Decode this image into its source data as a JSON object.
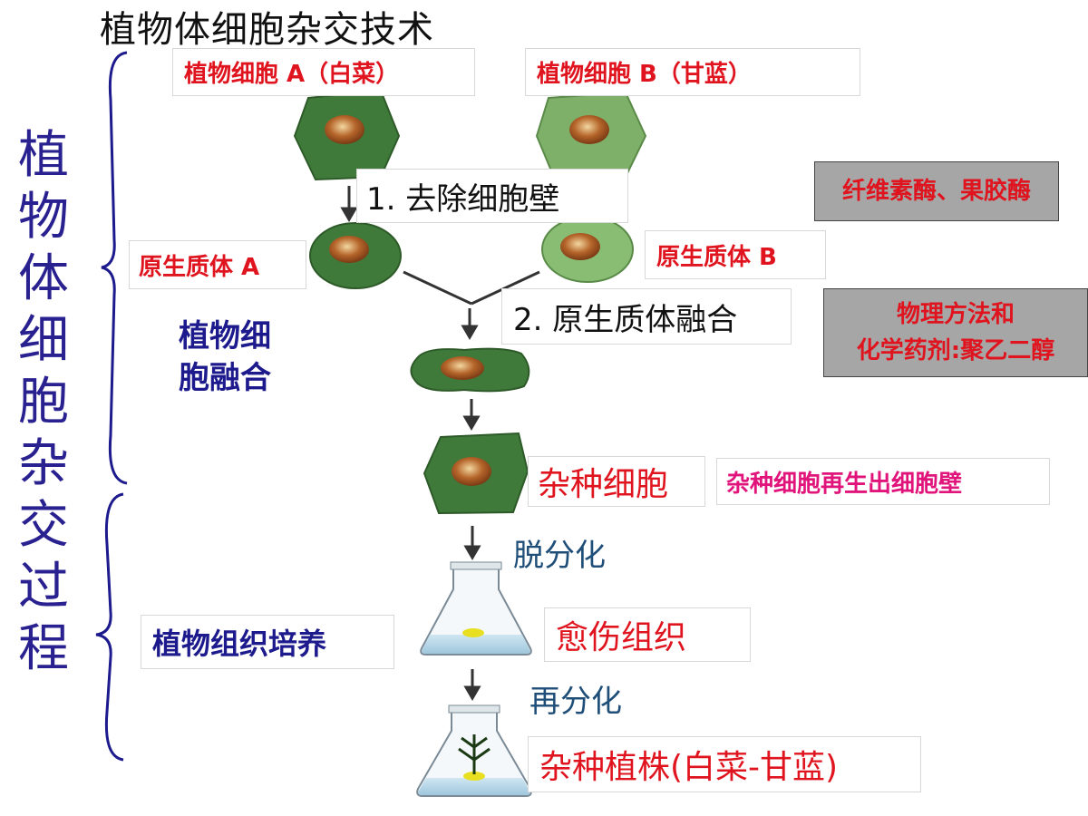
{
  "title": "植物体细胞杂交技术",
  "side_label": "植物体细胞杂交过程",
  "cell_a_label": "植物细胞 A（白菜）",
  "cell_b_label": "植物细胞 B（甘蓝）",
  "step1": "1. 去除细胞壁",
  "enzyme_note": "纤维素酶、果胶酶",
  "protoplast_a": "原生质体 A",
  "protoplast_b": "原生质体 B",
  "step2": "2. 原生质体融合",
  "fusion_method": {
    "line1": "物理方法和",
    "line2": "化学药剂:聚乙二醇"
  },
  "cell_fusion_label": {
    "line1": "植物细",
    "line2": "胞融合"
  },
  "hybrid_cell": "杂种细胞",
  "regenerate_note": "杂种细胞再生出细胞壁",
  "dedifferentiation": "脱分化",
  "tissue_culture": "植物组织培养",
  "callus": "愈伤组织",
  "redifferentiation": "再分化",
  "hybrid_plant": "杂种植株(白菜-甘蓝)"
}
